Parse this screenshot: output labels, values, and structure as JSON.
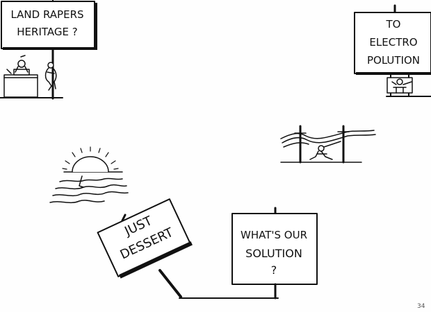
{
  "sign_land": {
    "line1": "LAND RAPERS",
    "line2": "HERITAGE ?"
  },
  "sign_electro": {
    "line1": "TO",
    "line2": "ELECTRO",
    "line3": "POLUTION"
  },
  "sign_dessert": {
    "line1": "JUST",
    "line2": "DESSERT"
  },
  "sign_solution": {
    "line1": "WHAT'S OUR",
    "line2": "SOLUTION",
    "line3": "?"
  },
  "page_number": "34",
  "colors": {
    "ink": "#111111",
    "paper": "#fefefe"
  }
}
